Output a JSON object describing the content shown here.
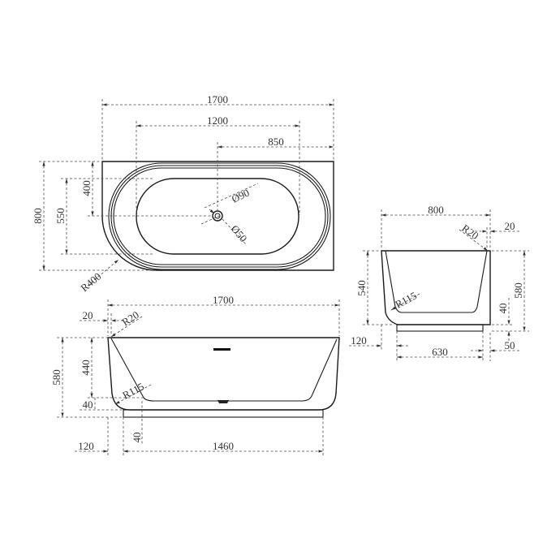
{
  "diagram": {
    "subject": "Back-to-wall freestanding bathtub technical drawing",
    "units": "mm",
    "top_view": {
      "overall_length": "1700",
      "inner_length": "1200",
      "drain_offset": "850",
      "overall_width": "800",
      "inner_width": "550",
      "drain_from_wall": "400",
      "corner_radius": "R400",
      "drain_outer_diameter": "Ø90",
      "drain_inner_diameter": "Ø50"
    },
    "front_view": {
      "overall_length": "1700",
      "rim_thickness": "20",
      "rim_radius": "R20",
      "overall_height": "580",
      "inner_depth": "440",
      "bottom_thickness": "40",
      "plinth_height": "40",
      "inner_radius": "R115",
      "plinth_inset": "120",
      "plinth_length": "1460"
    },
    "side_view": {
      "overall_width": "800",
      "rim_thickness": "20",
      "rim_radius": "R20",
      "inner_depth": "540",
      "overall_height": "580",
      "inner_radius": "R115",
      "bottom_thickness": "40",
      "plinth_inset": "120",
      "plinth_width": "630",
      "plinth_offset": "50"
    }
  }
}
